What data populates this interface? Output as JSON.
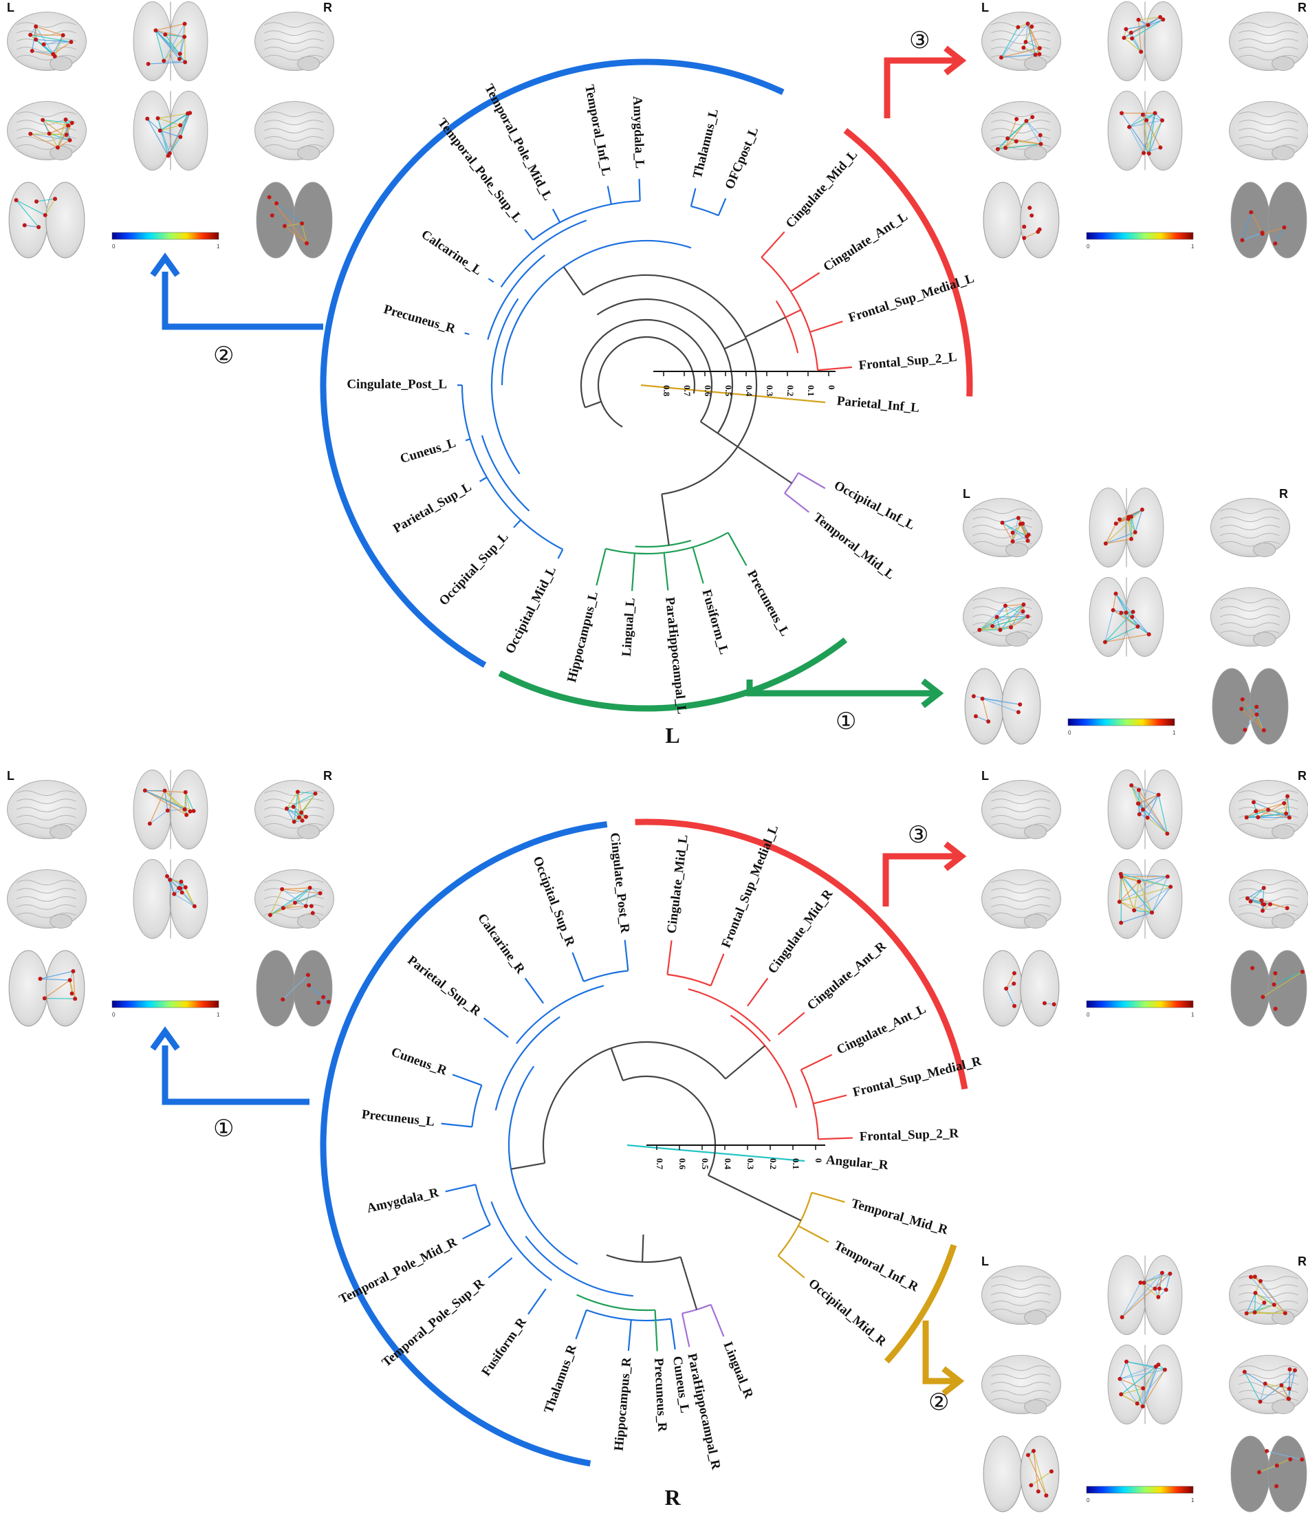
{
  "colors": {
    "blue": "#1a6fe0",
    "red": "#ef3b3b",
    "green": "#1f9e55",
    "purple": "#a371d6",
    "gold": "#d4a017",
    "cyan": "#22c4c4",
    "gray": "#444444"
  },
  "side_labels": {
    "left": "L",
    "right": "R"
  },
  "colorbar": {
    "min": "0",
    "max": "1"
  },
  "scale_ticks_L": [
    "0.8",
    "0.7",
    "0.6",
    "0.5",
    "0.4",
    "0.3",
    "0.2",
    "0.1",
    "0"
  ],
  "scale_ticks_R": [
    "0.7",
    "0.6",
    "0.5",
    "0.4",
    "0.3",
    "0.2",
    "0.1",
    "0"
  ],
  "panels": [
    {
      "hemisphere": "L",
      "groups": [
        {
          "number": "②",
          "color": "blue",
          "labels": [
            "Temporal_Pole_Mid_L",
            "Temporal_Inf_L",
            "Amygdala_L",
            "Temporal_Pole_Sup_L",
            "Calcarine_L",
            "Precuneus_R",
            "Cingulate_Post_L",
            "Cuneus_L",
            "Parietal_Sup_L",
            "Occipital_Sup_L",
            "Occipital_Mid_L",
            "Thalamus_L",
            "OFCpost_L"
          ]
        },
        {
          "number": "③",
          "color": "red",
          "labels": [
            "Cingulate_Mid_L",
            "Cingulate_Ant_L",
            "Frontal_Sup_Medial_L",
            "Frontal_Sup_2_L"
          ]
        },
        {
          "number": "①",
          "color": "green",
          "labels": [
            "Hippocampus_L",
            "Lingual_L",
            "ParaHippocampal_L",
            "Fusiform_L",
            "Precuneus_L"
          ]
        },
        {
          "number": "",
          "color": "gold",
          "labels": [
            "Parietal_Inf_L"
          ]
        },
        {
          "number": "",
          "color": "purple",
          "labels": [
            "Temporal_Mid_L",
            "Occipital_Inf_L"
          ]
        }
      ]
    },
    {
      "hemisphere": "R",
      "groups": [
        {
          "number": "①",
          "color": "blue",
          "labels": [
            "Cingulate_Post_R",
            "Occipital_Sup_R",
            "Calcarine_R",
            "Parietal_Sup_R",
            "Cuneus_R",
            "Precuneus_L",
            "Amygdala_R",
            "Temporal_Pole_Mid_R",
            "Temporal_Pole_Sup_R",
            "Fusiform_R",
            "Thalamus_R",
            "Hippocampus_R",
            "Cuneus_L"
          ]
        },
        {
          "number": "③",
          "color": "red",
          "labels": [
            "Cingulate_Mid_L",
            "Frontal_Sup_Medial_L",
            "Cingulate_Mid_R",
            "Cingulate_Ant_R",
            "Cingulate_Ant_L",
            "Frontal_Sup_Medial_R",
            "Frontal_Sup_2_R"
          ]
        },
        {
          "number": "②",
          "color": "gold",
          "labels": [
            "Temporal_Mid_R",
            "Temporal_Inf_R",
            "Occipital_Mid_R"
          ]
        },
        {
          "number": "",
          "color": "green",
          "labels": [
            "Precuneus_R"
          ]
        },
        {
          "number": "",
          "color": "purple",
          "labels": [
            "ParaHippocampal_R",
            "Lingual_R"
          ]
        },
        {
          "number": "",
          "color": "cyan",
          "labels": [
            "Angular_R"
          ]
        }
      ]
    }
  ]
}
